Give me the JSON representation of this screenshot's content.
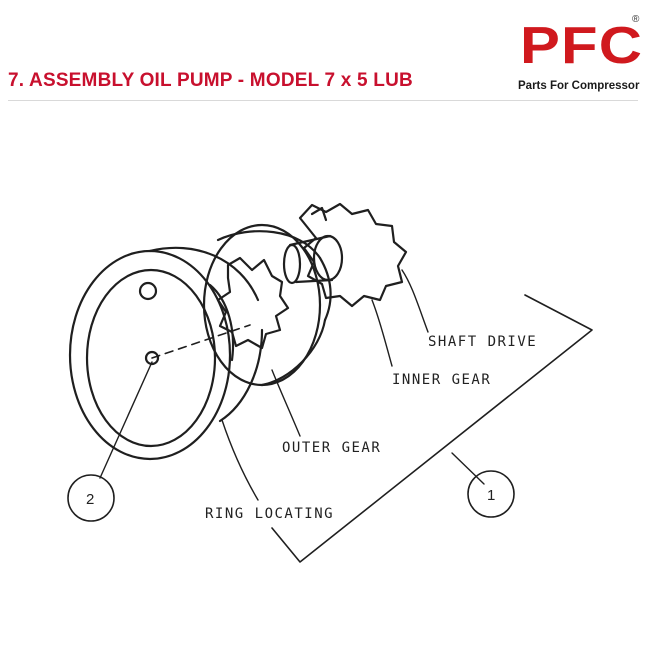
{
  "header": {
    "title": "7. ASSEMBLY OIL PUMP - MODEL 7 x 5 LUB"
  },
  "logo": {
    "mark": "PFC",
    "registered": "®",
    "tagline": "Parts For Compressor"
  },
  "diagram": {
    "labels": {
      "shaft_drive": "SHAFT  DRIVE",
      "inner_gear": "INNER  GEAR",
      "outer_gear": "OUTER  GEAR",
      "ring_locating": "RING  LOCATING"
    },
    "balloons": {
      "item_1": "1",
      "item_2": "2"
    }
  },
  "colors": {
    "title": "#c8102e",
    "brand": "#d0191e",
    "line": "#1f1f1f"
  }
}
